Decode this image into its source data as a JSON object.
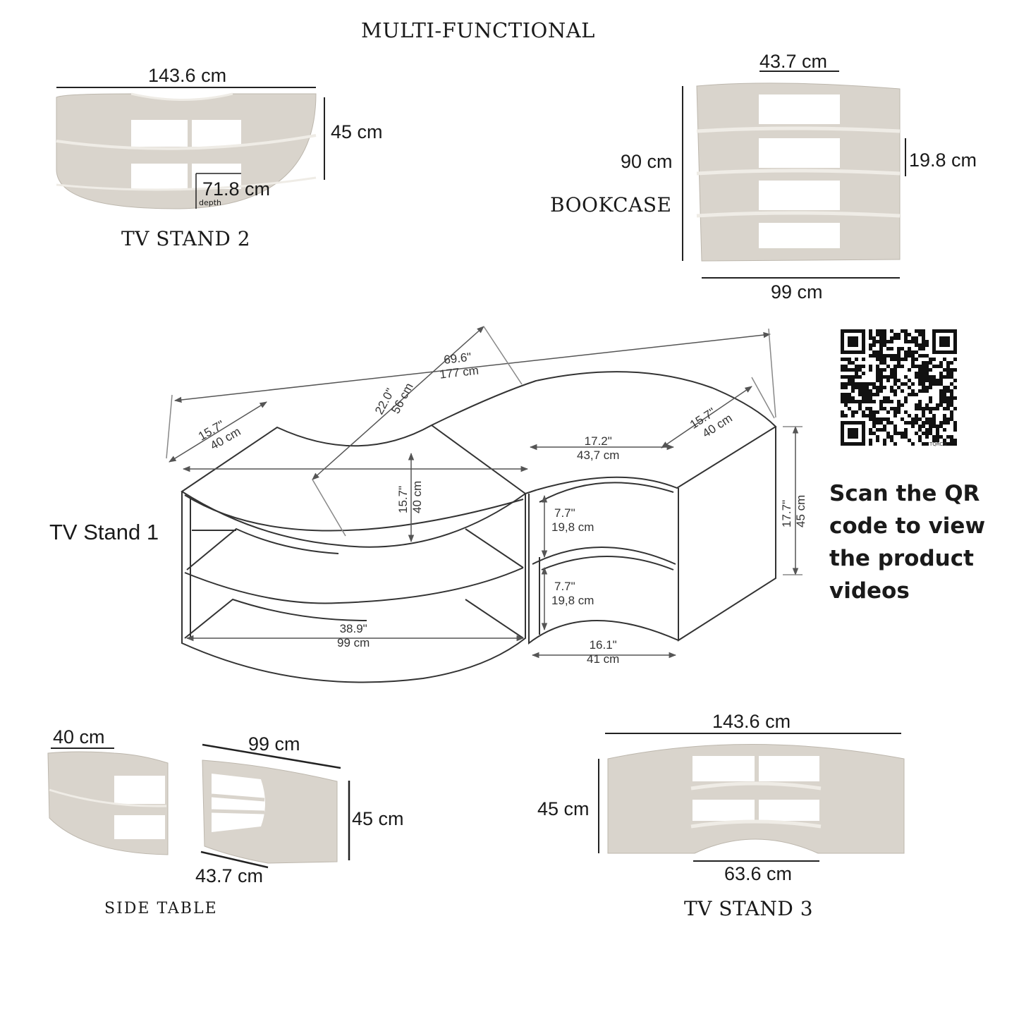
{
  "title": "MULTI-FUNCTIONAL",
  "colors": {
    "furniture": "#d9d4cc",
    "furniture_edge": "#efece6",
    "line": "#222222"
  },
  "tv_stand_2": {
    "label": "TV STAND 2",
    "width": "143.6 cm",
    "height": "45 cm",
    "depth": "71.8 cm",
    "depth_label": "depth"
  },
  "bookcase": {
    "label": "BOOKCASE",
    "top_width": "43.7 cm",
    "height": "90 cm",
    "shelf": "19.8 cm",
    "bottom_width": "99 cm"
  },
  "tv_stand_1": {
    "label": "TV Stand 1",
    "overall_in": "69.6\"",
    "overall_cm": "177 cm",
    "diag_in": "22.0\"",
    "diag_cm": "56 cm",
    "left_depth_in": "15.7\"",
    "left_depth_cm": "40 cm",
    "right_depth_in": "15.7\"",
    "right_depth_cm": "40 cm",
    "inner_h_in": "15.7\"",
    "inner_h_cm": "40 cm",
    "top_w_in": "17.2\"",
    "top_w_cm": "43,7 cm",
    "shelf1_in": "7.7\"",
    "shelf1_cm": "19,8 cm",
    "shelf2_in": "7.7\"",
    "shelf2_cm": "19,8 cm",
    "height_in": "17.7\"",
    "height_cm": "45 cm",
    "bottom_w_in": "38.9\"",
    "bottom_w_cm": "99 cm",
    "base_w_in": "16.1\"",
    "base_w_cm": "41 cm"
  },
  "qr": {
    "text": "Scan the QR code to view the product videos",
    "tag": "TQRCG"
  },
  "side_table": {
    "label": "SIDE TABLE",
    "left_width": "40 cm",
    "width": "99 cm",
    "height": "45 cm",
    "bottom": "43.7 cm"
  },
  "tv_stand_3": {
    "label": "TV STAND 3",
    "width": "143.6 cm",
    "height": "45 cm",
    "bottom": "63.6 cm"
  }
}
